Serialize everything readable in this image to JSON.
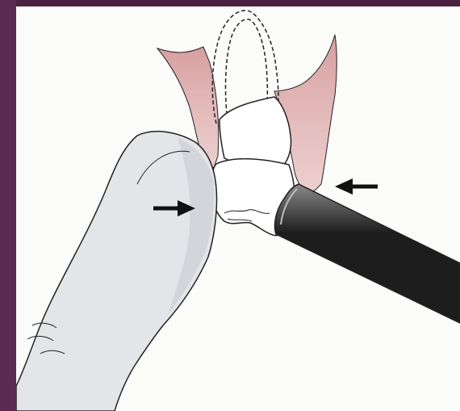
{
  "slide": {
    "background_color": "#4a2142",
    "left_band_color": "#5b2a55",
    "illustration_background": "#fbfbf9"
  },
  "illustration": {
    "subject": "tooth-extraction-illustration",
    "colors": {
      "gum": "#e7bcbc",
      "gum_shadow": "#d49a9c",
      "tooth": "#ffffff",
      "finger": "#e4e5e9",
      "finger_shade": "#c9cad0",
      "instrument_light": "#8a8a8a",
      "instrument_dark": "#1d1d1d",
      "arrow": "#111111",
      "outline": "#222222"
    },
    "icons": [
      "finger-graphic",
      "instrument-graphic",
      "arrow-right-icon",
      "arrow-left-icon",
      "root-outline-dashed"
    ]
  }
}
